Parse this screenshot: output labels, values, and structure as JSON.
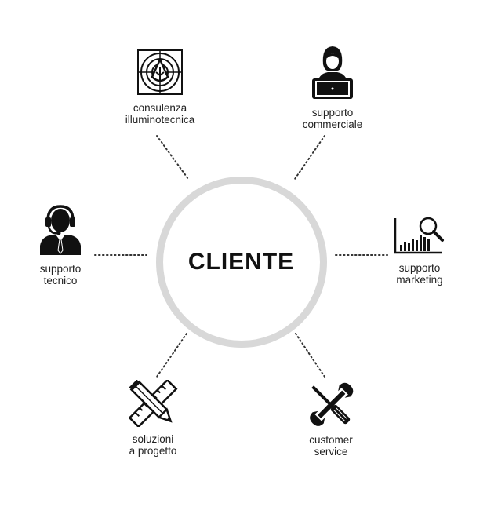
{
  "center": {
    "label": "CLIENTE"
  },
  "nodes": [
    {
      "icon": "lighting-target-icon",
      "line1": "consulenza",
      "line2": "illuminotecnica"
    },
    {
      "icon": "woman-laptop-icon",
      "line1": "supporto",
      "line2": "commerciale"
    },
    {
      "icon": "headset-operator-icon",
      "line1": "supporto",
      "line2": "tecnico"
    },
    {
      "icon": "chart-magnifier-icon",
      "line1": "supporto",
      "line2": "marketing"
    },
    {
      "icon": "pencil-ruler-icon",
      "line1": "soluzioni",
      "line2": "a progetto"
    },
    {
      "icon": "wrench-screwdriver-icon",
      "line1": "customer",
      "line2": "service"
    }
  ],
  "colors": {
    "ring": "#d8d8d8",
    "icon": "#111111",
    "text": "#222222"
  }
}
